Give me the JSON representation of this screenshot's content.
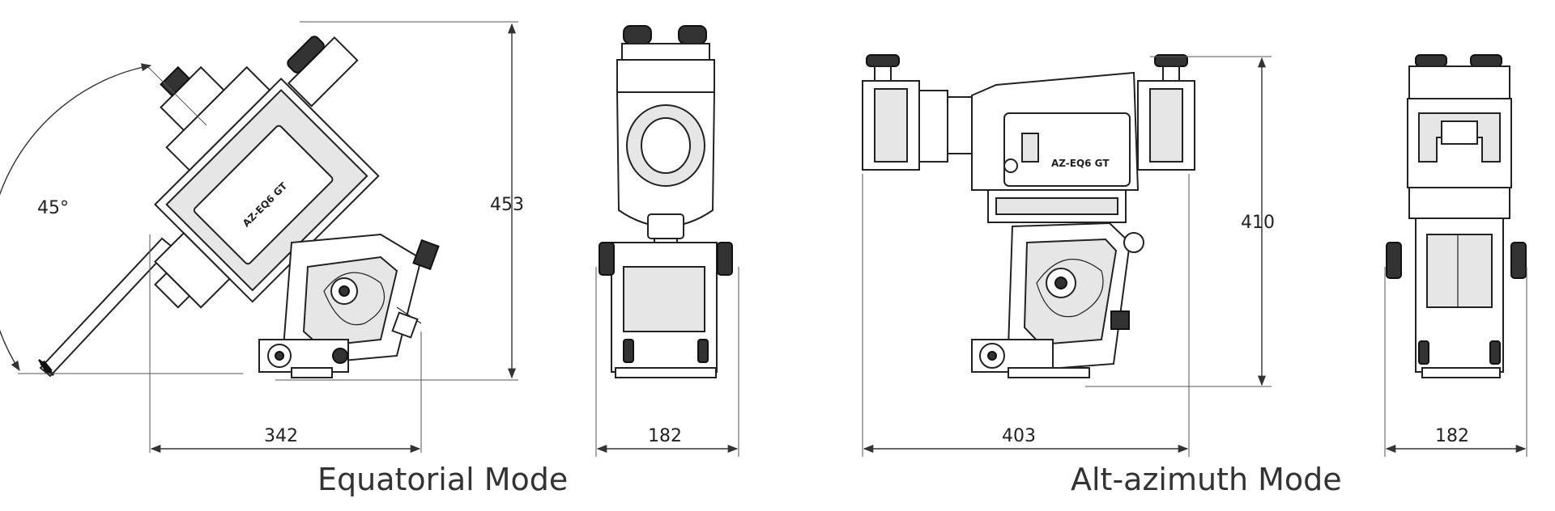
{
  "equatorial": {
    "mode_label": "Equatorial Mode",
    "angle_label": "45°",
    "height_label": "453",
    "width_label": "342",
    "front_width_label": "182",
    "mount_label": "AZ-EQ6 GT"
  },
  "altaz": {
    "mode_label": "Alt-azimuth Mode",
    "height_label": "410",
    "width_label": "403",
    "front_width_label": "182",
    "mount_label": "AZ-EQ6 GT"
  }
}
